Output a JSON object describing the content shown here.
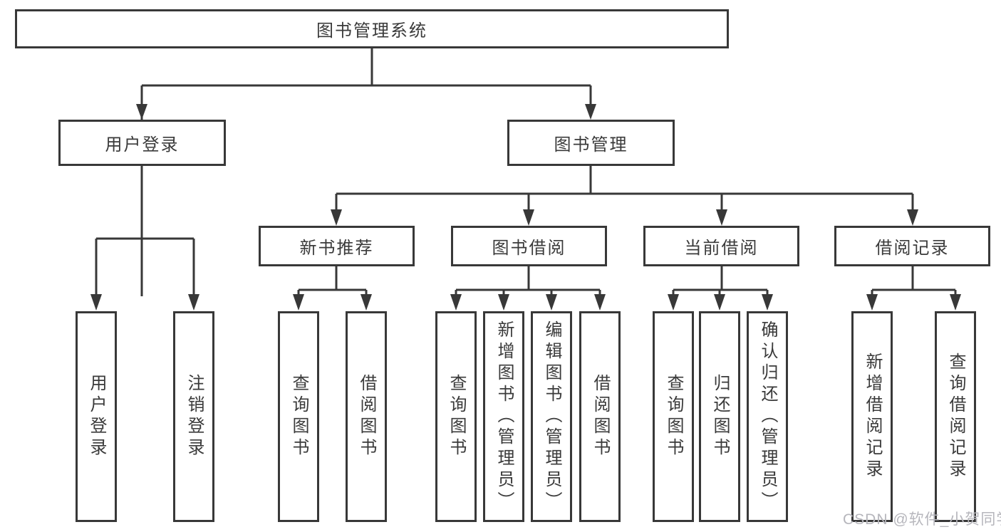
{
  "root": {
    "label": "图书管理系统"
  },
  "level2": [
    {
      "label": "用户登录"
    },
    {
      "label": "图书管理"
    }
  ],
  "level3": [
    {
      "label": "新书推荐"
    },
    {
      "label": "图书借阅"
    },
    {
      "label": "当前借阅"
    },
    {
      "label": "借阅记录"
    }
  ],
  "leaves": [
    {
      "label": "用户登录"
    },
    {
      "label": "注销登录"
    },
    {
      "label": "查询图书"
    },
    {
      "label": "借阅图书"
    },
    {
      "label": "查询图书"
    },
    {
      "label": "新增图书（管理员）"
    },
    {
      "label": "编辑图书（管理员）"
    },
    {
      "label": "借阅图书"
    },
    {
      "label": "查询图书"
    },
    {
      "label": "归还图书"
    },
    {
      "label": "确认归还（管理员）"
    },
    {
      "label": "新增借阅记录"
    },
    {
      "label": "查询借阅记录"
    }
  ],
  "watermark": "CSDN @软件_小贺同学",
  "colors": {
    "line": "#383838",
    "text": "#3a3a3a",
    "watermark": "#b6b6bc",
    "background": "#ffffff"
  }
}
